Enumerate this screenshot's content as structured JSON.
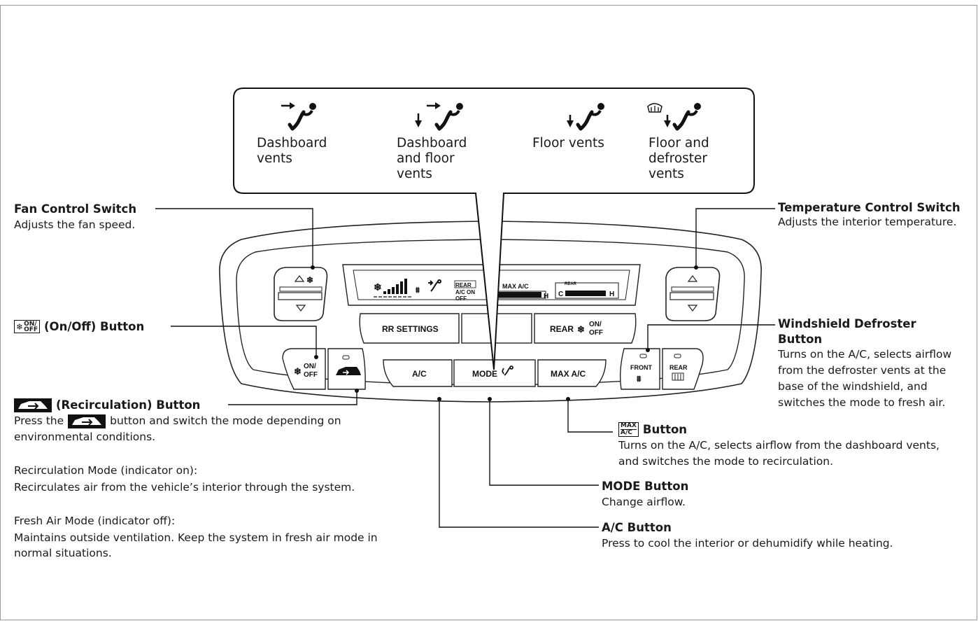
{
  "mode_panel": {
    "vents": [
      {
        "label_lines": [
          "Dashboard",
          "vents"
        ],
        "icon": "dashboard-vent-icon"
      },
      {
        "label_lines": [
          "Dashboard",
          "and floor",
          "vents"
        ],
        "icon": "dashboard-floor-vent-icon"
      },
      {
        "label_lines": [
          "Floor vents"
        ],
        "icon": "floor-vent-icon"
      },
      {
        "label_lines": [
          "Floor and",
          "defroster",
          "vents"
        ],
        "icon": "floor-defroster-vent-icon"
      }
    ]
  },
  "console": {
    "display": {
      "rear_indicator": "REAR",
      "ac_on": "A/C ON",
      "off": "OFF",
      "max_ac": "MAX A/C",
      "rear_small": "REAR",
      "temp_low": "C",
      "temp_high": "H"
    },
    "rear_row": {
      "rr_settings": "RR SETTINGS",
      "rear_fan": "REAR",
      "on": "ON/",
      "off": "OFF"
    },
    "bottom_row": {
      "ac": "A/C",
      "mode": "MODE",
      "max_ac": "MAX A/C"
    },
    "left_buttons": {
      "on": "ON/",
      "off": "OFF"
    },
    "right_buttons": {
      "front": "FRONT",
      "rear": "REAR"
    }
  },
  "callouts": {
    "fan_control": {
      "title": "Fan Control Switch",
      "desc": "Adjusts the fan speed."
    },
    "on_off": {
      "icon_on": "ON/",
      "icon_off": "OFF",
      "title": "(On/Off) Button"
    },
    "recirculation": {
      "title": "(Recirculation) Button",
      "desc_before": "Press the",
      "desc_after": "button and switch the mode depending on",
      "desc_line2": "environmental conditions.",
      "recirc_mode_head": "Recirculation Mode (indicator on):",
      "recirc_mode_desc": "Recirculates air from the vehicle’s interior through the system.",
      "fresh_mode_head": "Fresh Air Mode (indicator off):",
      "fresh_mode_desc1": "Maintains outside ventilation. Keep the system in fresh air mode in",
      "fresh_mode_desc2": "normal situations."
    },
    "temperature": {
      "title": "Temperature Control Switch",
      "desc": "Adjusts the interior temperature."
    },
    "defroster": {
      "title1": "Windshield Defroster",
      "title2": "Button",
      "desc": [
        "Turns on the A/C, selects airflow",
        "from the defroster vents at the",
        "base of the windshield, and",
        "switches the mode to fresh air."
      ]
    },
    "max_ac": {
      "icon_top": "MAX",
      "icon_bottom": "A/C",
      "title": "Button",
      "desc1": "Turns on the A/C, selects airflow from the dashboard vents,",
      "desc2": "and switches the mode to recirculation."
    },
    "mode": {
      "title": "MODE Button",
      "desc": "Change airflow."
    },
    "ac": {
      "title": "A/C Button",
      "desc": "Press to cool the interior or dehumidify while heating."
    }
  }
}
